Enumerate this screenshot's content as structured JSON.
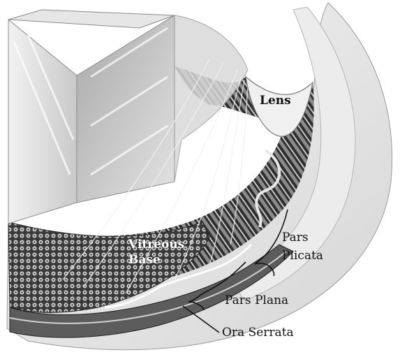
{
  "diagram": {
    "labels": {
      "lens": "Lens",
      "vitreous_base_line1": "Vitreous",
      "vitreous_base_line2": "Base",
      "pars_plicata_line1": "Pars",
      "pars_plicata_line2": "Plicata",
      "pars_plana": "Pars Plana",
      "ora_serrata": "Ora Serrata"
    },
    "colors": {
      "paper": "#ffffff",
      "shell": "#e9e9e9",
      "tissue_dark": "#2a2a2a",
      "vitreous": "#cfcfcf",
      "highlight": "#f5f5f5"
    }
  }
}
